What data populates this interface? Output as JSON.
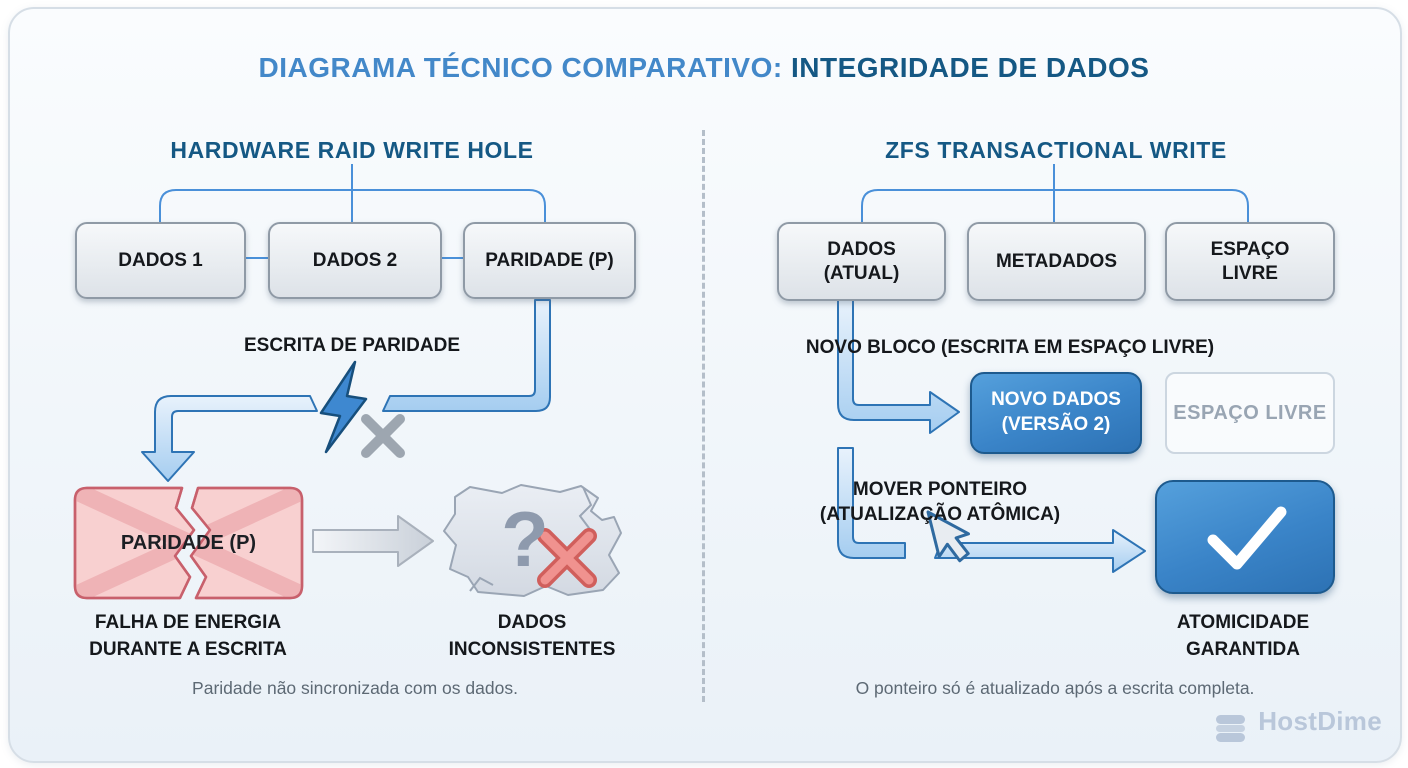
{
  "title": {
    "prefix": "DIAGRAMA TÉCNICO COMPARATIVO:",
    "highlight": "INTEGRIDADE DE DADOS"
  },
  "left": {
    "header": "HARDWARE RAID WRITE HOLE",
    "nodes": [
      "DADOS 1",
      "DADOS 2",
      "PARIDADE (P)"
    ],
    "write_label": "ESCRITA DE PARIDADE",
    "broken_node": "PARIDADE (P)",
    "question_mark": "?",
    "failure_label": [
      "FALHA DE ENERGIA",
      "DURANTE A ESCRITA"
    ],
    "result_label": [
      "DADOS",
      "INCONSISTENTES"
    ],
    "caption": "Paridade não sincronizada com os dados."
  },
  "right": {
    "header": "ZFS TRANSACTIONAL WRITE",
    "nodes": [
      [
        "DADOS",
        "(ATUAL)"
      ],
      [
        "METADADOS"
      ],
      [
        "ESPAÇO",
        "LIVRE"
      ]
    ],
    "step_label": "NOVO BLOCO (ESCRITA EM ESPAÇO LIVRE)",
    "new_block": [
      "NOVO DADOS",
      "(VERSÃO 2)"
    ],
    "free_block": "ESPAÇO LIVRE",
    "pointer_label": [
      "MOVER PONTEIRO",
      "(ATUALIZAÇÃO ATÔMICA)"
    ],
    "result_label": [
      "ATOMICIDADE",
      "GARANTIDA"
    ],
    "caption": "O ponteiro só é atualizado após a escrita completa."
  },
  "brand": {
    "name": "HostDime"
  },
  "colors": {
    "title_prefix": "#4388c9",
    "title_highlight": "#155884",
    "section_header": "#155884",
    "connector_blue": "#4a90d9",
    "pipe_stroke": "#2e74b5",
    "pipe_fill_light": "#e8f2fc",
    "pipe_fill_dark": "#a5cdf0",
    "blue_box": "#3a84c8",
    "error_red_border": "#c8606c",
    "error_red_fill": "#f8d0d0",
    "neutral_gray": "#9da6b0",
    "caption_gray": "#5d6974",
    "brand_gray_blue": "#b9c7da"
  }
}
